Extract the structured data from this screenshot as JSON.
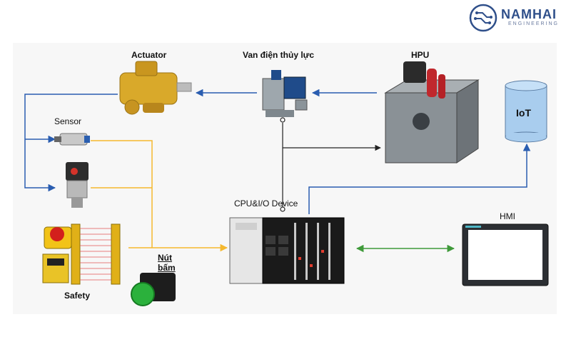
{
  "brand": {
    "name": "NAMHAI",
    "tagline": "ENGINEERING"
  },
  "labels": {
    "actuator": "Actuator",
    "valve": "Van điện thủy lực",
    "hpu": "HPU",
    "iot": "IoT",
    "sensor": "Sensor",
    "cpu": "CPU&I/O Device",
    "hmi": "HMI",
    "push_button_line1": "Nút",
    "push_button_line2": "bấm",
    "safety": "Safety"
  },
  "colors": {
    "hydraulic_line": "#2a5db0",
    "signal_line": "#f5b82e",
    "comm_line": "#3f9a3a",
    "control_line": "#222222"
  }
}
